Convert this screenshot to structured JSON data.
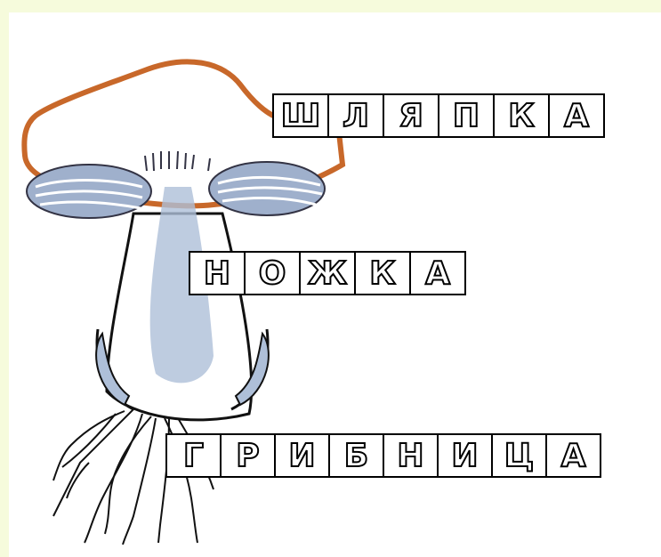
{
  "labels": {
    "cap": [
      "Ш",
      "Л",
      "Я",
      "П",
      "К",
      "А"
    ],
    "stem": [
      "Н",
      "О",
      "Ж",
      "К",
      "А"
    ],
    "mycelium": [
      "Г",
      "Р",
      "И",
      "Б",
      "Н",
      "И",
      "Ц",
      "А"
    ]
  },
  "colors": {
    "cap_outline": "#c8682a",
    "stem_shade": "#aebfd8",
    "gills": "#7a8fb0",
    "background": "#f6fbdc"
  }
}
